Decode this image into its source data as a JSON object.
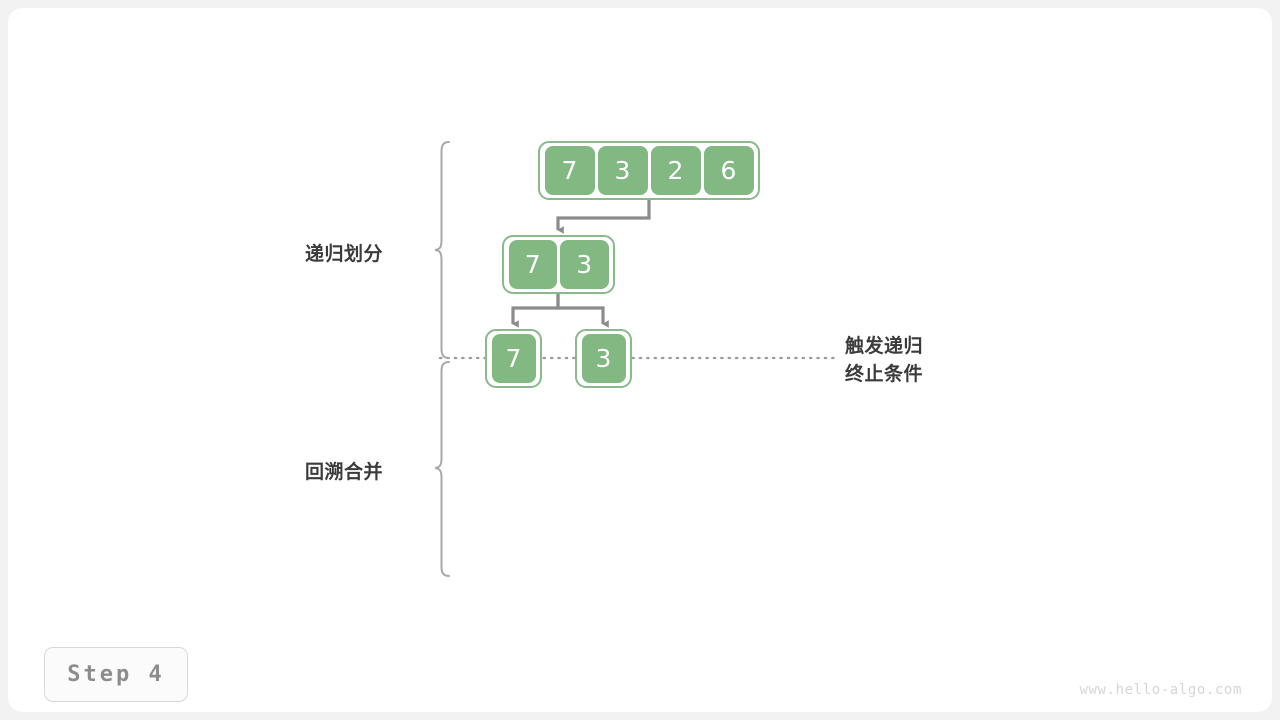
{
  "meta": {
    "step_label": "Step 4",
    "watermark": "www.hello-algo.com"
  },
  "labels": {
    "left_top": "递归划分",
    "left_bottom": "回溯合并",
    "right_line1": "触发递归",
    "right_line2": "终止条件"
  },
  "colors": {
    "cell_fill": "#82b882",
    "cell_border": "#89b98c",
    "cell_text": "#ffffff",
    "arrow": "#8c8c8c",
    "brace": "#a8a8a8",
    "dotted": "#9a9a9a",
    "label_text": "#3b3b3b",
    "badge_text": "#8d8d8d",
    "page_bg": "#ffffff",
    "outer_bg": "#f2f2f2"
  },
  "tree": {
    "levels": [
      {
        "name": "root-array",
        "values": [
          "7",
          "3",
          "2",
          "6"
        ]
      },
      {
        "name": "left-half-array",
        "values": [
          "7",
          "3"
        ]
      },
      {
        "name": "leaf-left-array",
        "values": [
          "7"
        ]
      },
      {
        "name": "leaf-right-array",
        "values": [
          "3"
        ]
      }
    ]
  }
}
